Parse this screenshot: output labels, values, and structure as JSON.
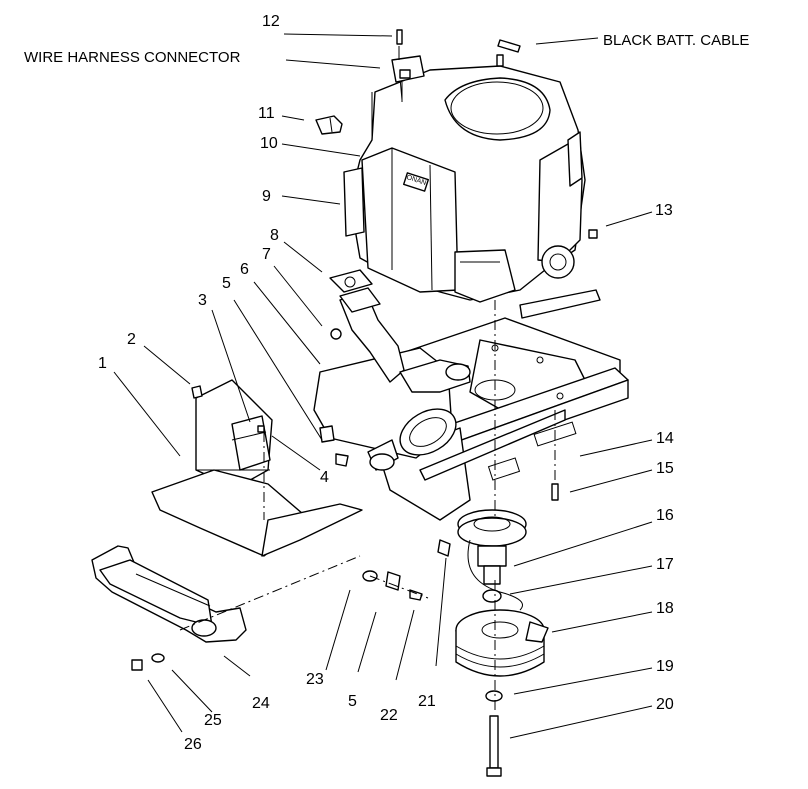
{
  "labels": {
    "wire_harness": "WIRE HARNESS CONNECTOR",
    "black_batt": "BLACK BATT. CABLE",
    "engine_badge": "ONAN"
  },
  "callouts": [
    "1",
    "2",
    "3",
    "4",
    "5",
    "6",
    "7",
    "8",
    "9",
    "10",
    "11",
    "12",
    "13",
    "14",
    "15",
    "16",
    "17",
    "18",
    "19",
    "20",
    "21",
    "22",
    "23",
    "5",
    "24",
    "25",
    "26"
  ]
}
